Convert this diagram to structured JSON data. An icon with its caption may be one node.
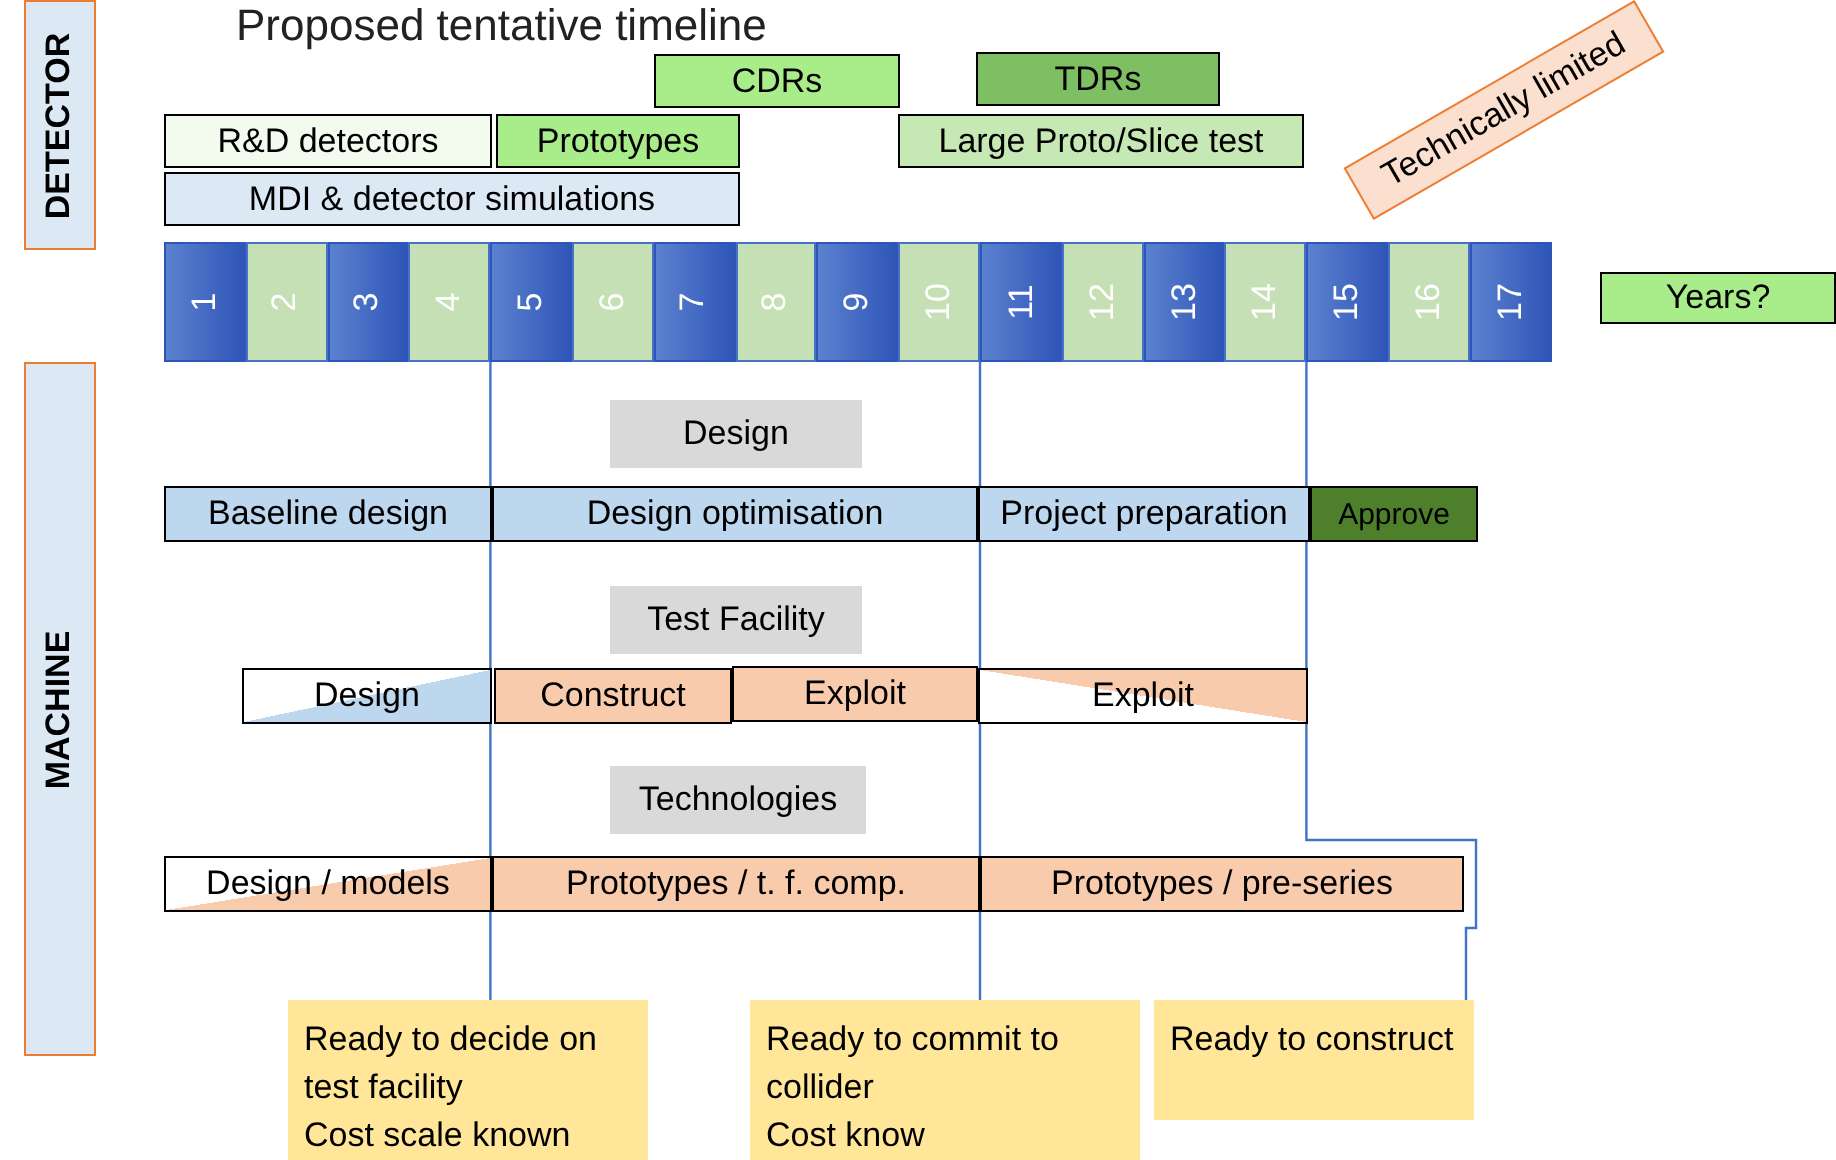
{
  "diagram": {
    "title": "Proposed tentative timeline",
    "nodes": [
      {
        "text": [
          "DETECTOR"
        ]
      },
      {
        "text": [
          "MACHINE"
        ]
      },
      {
        "text": [
          "CDRs"
        ]
      },
      {
        "text": [
          "TDRs"
        ]
      },
      {
        "text": [
          "R&D detectors"
        ]
      },
      {
        "text": [
          "Prototypes"
        ]
      },
      {
        "text": [
          "Large Proto/Slice test"
        ]
      },
      {
        "text": [
          "Technically limited"
        ]
      },
      {
        "text": [
          "MDI & detector simulations"
        ]
      },
      {
        "text": [
          "1"
        ]
      },
      {
        "text": [
          "2"
        ]
      },
      {
        "text": [
          "3"
        ]
      },
      {
        "text": [
          "4"
        ]
      },
      {
        "text": [
          "5"
        ]
      },
      {
        "text": [
          "6"
        ]
      },
      {
        "text": [
          "7"
        ]
      },
      {
        "text": [
          "8"
        ]
      },
      {
        "text": [
          "9"
        ]
      },
      {
        "text": [
          "10"
        ]
      },
      {
        "text": [
          "11"
        ]
      },
      {
        "text": [
          "12"
        ]
      },
      {
        "text": [
          "13"
        ]
      },
      {
        "text": [
          "14"
        ]
      },
      {
        "text": [
          "15"
        ]
      },
      {
        "text": [
          "16"
        ]
      },
      {
        "text": [
          "17"
        ]
      },
      {
        "text": [
          "Years?"
        ]
      },
      {
        "text": [
          "Design"
        ]
      },
      {
        "text": [
          "Baseline design"
        ]
      },
      {
        "text": [
          "Design optimisation"
        ]
      },
      {
        "text": [
          "Project preparation"
        ]
      },
      {
        "text": [
          "Approve"
        ]
      },
      {
        "text": [
          "Test Facility"
        ]
      },
      {
        "text": [
          "Design"
        ]
      },
      {
        "text": [
          "Construct"
        ]
      },
      {
        "text": [
          "Exploit"
        ]
      },
      {
        "text": [
          "Exploit"
        ]
      },
      {
        "text": [
          "Technologies"
        ]
      },
      {
        "text": [
          "Design / models"
        ]
      },
      {
        "text": [
          "Prototypes / t. f. comp."
        ]
      },
      {
        "text": [
          "Prototypes / pre-series"
        ]
      },
      {
        "text": [
          "Ready to decide on test facility",
          "Cost scale known"
        ]
      },
      {
        "text": [
          "Ready to commit to collider",
          "Cost know"
        ]
      },
      {
        "text": [
          "Ready to construct"
        ]
      }
    ],
    "edges": [
      {
        "from": 13,
        "to": 41,
        "arrow": "none"
      },
      {
        "from": 19,
        "to": 42,
        "arrow": "none"
      },
      {
        "from": 23,
        "to": 43,
        "arrow": "none"
      }
    ]
  }
}
